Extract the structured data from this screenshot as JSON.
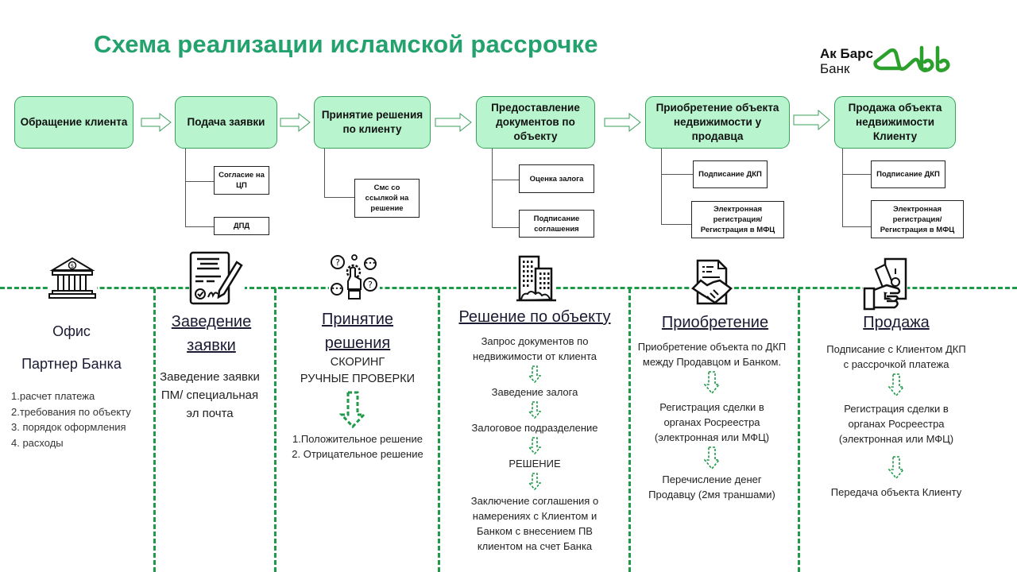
{
  "title": "Схема реализации исламской рассрочке",
  "logo": {
    "line1": "Ак Барс",
    "line2": "Банк",
    "brand_color": "#2ca02c"
  },
  "colors": {
    "accent_green": "#23a26e",
    "box_fill": "#b8f5cf",
    "dash_green": "#1f9a48"
  },
  "process": {
    "steps": [
      {
        "label": "Обращение клиента",
        "subs": []
      },
      {
        "label": "Подача заявки",
        "subs": [
          "Согласие на ЦП",
          "ДПД"
        ]
      },
      {
        "label": "Принятие решения по клиенту",
        "subs": [
          "Смс со ссылкой на решение"
        ]
      },
      {
        "label": "Предоставление документов по объекту",
        "subs": [
          "Оценка залога",
          "Подписание соглашения"
        ]
      },
      {
        "label": "Приобретение объекта недвижимости у продавца",
        "subs": [
          "Подписание ДКП",
          "Электронная регистрация/ Регистрация в МФЦ"
        ]
      },
      {
        "label": "Продажа объекта недвижимости Клиенту",
        "subs": [
          "Подписание ДКП",
          "Электронная регистрация/ Регистрация в МФЦ"
        ]
      }
    ]
  },
  "columns": [
    {
      "icon": "bank-building-icon",
      "heading1": "Офис",
      "heading2": "Партнер Банка",
      "items": [
        "1.расчет платежа",
        "2.требования по объекту",
        "3. порядок оформления",
        "4. расходы"
      ]
    },
    {
      "icon": "signed-document-icon",
      "heading_line1": "Заведение",
      "heading_line2": "заявки",
      "text": "Заведение заявки ПМ/ специальная эл почта"
    },
    {
      "icon": "decision-gears-icon",
      "heading_line1": "Принятие",
      "heading_line2": "решения",
      "line1": "СКОРИНГ",
      "line2": "РУЧНЫЕ ПРОВЕРКИ",
      "outcomes": [
        "1.Положительное решение",
        "2. Отрицательное решение"
      ]
    },
    {
      "icon": "buildings-icon",
      "heading": "Решение по объекту",
      "flow": [
        "Запрос документов по недвижимости от клиента",
        "Заведение залога",
        "Залоговое подразделение",
        "РЕШЕНИЕ",
        "Заключение соглашения о намерениях с Клиентом и Банком с внесением ПВ клиентом на счет Банка"
      ]
    },
    {
      "icon": "handshake-document-icon",
      "heading": "Приобретение",
      "flow": [
        "Приобретение объекта по ДКП между Продавцом и Банком.",
        "Регистрация сделки в органах Росреестра (электронная или МФЦ)",
        "Перечисление денег Продавцу (2мя траншами)"
      ]
    },
    {
      "icon": "money-hand-icon",
      "heading": "Продажа",
      "flow": [
        "Подписание с Клиентом ДКП с рассрочкой платежа",
        "Регистрация сделки в органах Росреестра (электронная или МФЦ)",
        "Передача объекта Клиенту"
      ]
    }
  ]
}
